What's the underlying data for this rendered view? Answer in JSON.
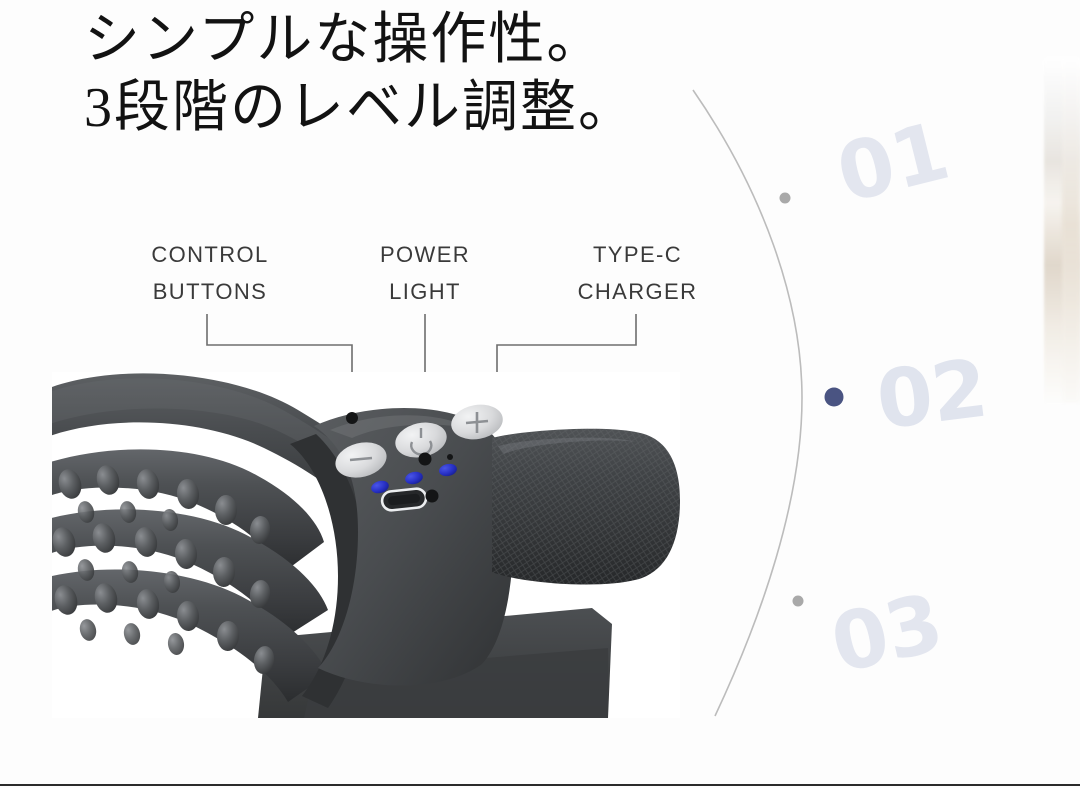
{
  "headline": {
    "line1": "シンプルな操作性。",
    "line2": "3段階のレベル調整。"
  },
  "callouts": [
    {
      "id": "control-buttons",
      "line1": "CONTROL",
      "line2": "BUTTONS"
    },
    {
      "id": "power-light",
      "line1": "POWER",
      "line2": "LIGHT"
    },
    {
      "id": "type-c-charger",
      "line1": "TYPE-C",
      "line2": "CHARGER"
    }
  ],
  "steps": [
    {
      "number": "01",
      "active": false
    },
    {
      "number": "02",
      "active": true
    },
    {
      "number": "03",
      "active": false
    }
  ],
  "product": {
    "name": "neck-and-shoulder-massager",
    "buttons": [
      {
        "name": "minus-button",
        "glyph": "−"
      },
      {
        "name": "power-button",
        "glyph": "⏻"
      },
      {
        "name": "plus-button",
        "glyph": "+"
      }
    ],
    "led_count": 3,
    "port": "usb-type-c"
  },
  "colors": {
    "headline": "#121212",
    "callout_text": "#3a3a3a",
    "leader_line": "#6e6e6e",
    "arc_line": "#bcbcbc",
    "step_number": "#e3e6ef",
    "step_dot_inactive": "#a9a9a9",
    "step_dot_active": "#4a5482",
    "led_blue": "#2730c4",
    "product_dark": "#3a3c3e",
    "background": "#fdfdfd"
  }
}
